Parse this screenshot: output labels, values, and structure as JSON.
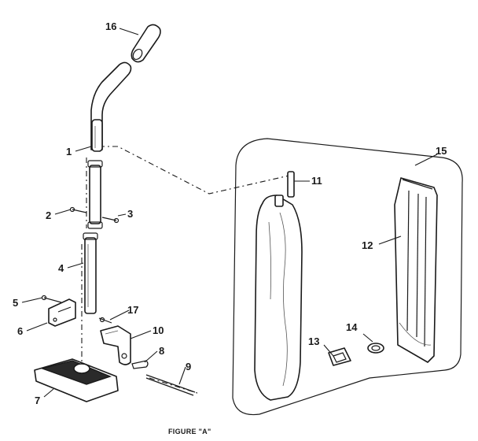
{
  "figure": {
    "caption": "FIGURE \"A\""
  },
  "callouts": {
    "p1": "1",
    "p2": "2",
    "p3": "3",
    "p4": "4",
    "p5": "5",
    "p6": "6",
    "p7": "7",
    "p8": "8",
    "p9": "9",
    "p10": "10",
    "p11": "11",
    "p12": "12",
    "p13": "13",
    "p14": "14",
    "p15": "15",
    "p16": "16",
    "p17": "17"
  }
}
